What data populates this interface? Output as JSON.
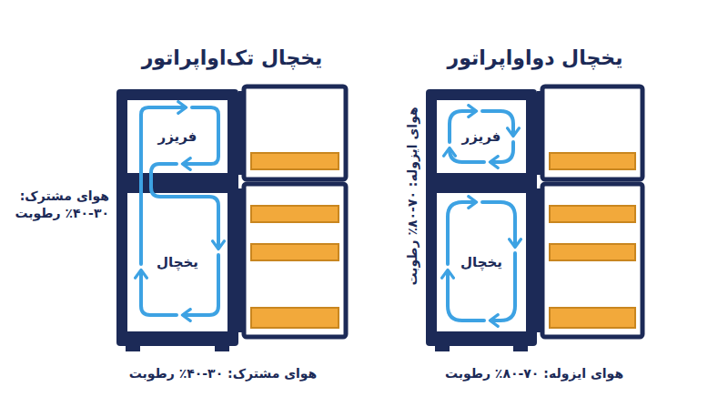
{
  "diagram": {
    "nodes": [
      {
        "text": [
          "یخچال تک‌اواپراتور"
        ]
      },
      {
        "text": [
          "فریزر"
        ],
        "in": 0
      },
      {
        "text": [
          "یخچال"
        ],
        "in": 0
      },
      {
        "text": [
          "یخچال دواواپراتور"
        ]
      },
      {
        "text": [
          "فریزر"
        ],
        "in": 3
      },
      {
        "text": [
          "یخچال"
        ],
        "in": 3
      }
    ],
    "labels": [
      "هوای مشترک: ۳۰-۴۰٪ رطوبت",
      "هوای مشترک: ۳۰-۴۰٪ رطوبت",
      "هوای ایزوله: ۷۰-۸۰٪ رطوبت",
      "هوای ایزوله: ۷۰-۸۰٪ رطوبت"
    ]
  }
}
